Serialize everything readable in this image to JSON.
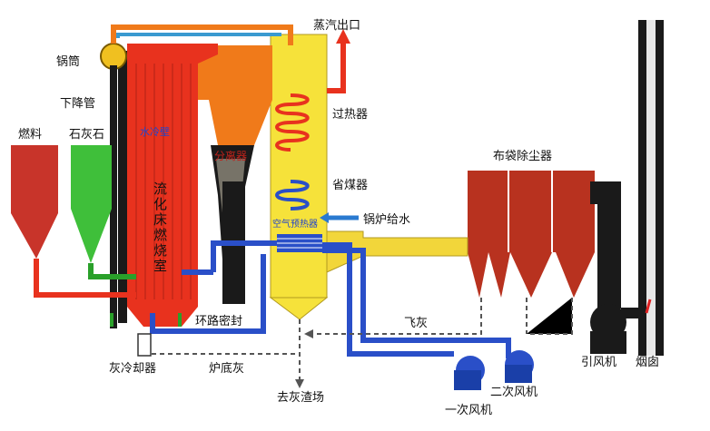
{
  "labels": {
    "steam_outlet": "蒸汽出口",
    "drum": "锅筒",
    "downcomer": "下降管",
    "fuel": "燃料",
    "limestone": "石灰石",
    "water_wall": "水冷壁",
    "separator": "分离器",
    "superheater": "过热器",
    "economizer": "省煤器",
    "feedwater": "锅炉给水",
    "air_preheater": "空气预热器",
    "combustion_chamber": "流化床燃烧室",
    "loop_seal": "环路密封",
    "bag_filter": "布袋除尘器",
    "fly_ash": "飞灰",
    "id_fan": "引风机",
    "chimney": "烟囱",
    "ash_cooler": "灰冷却器",
    "bottom_ash": "炉底灰",
    "to_ash_yard": "去灰渣场",
    "primary_fan": "一次风机",
    "secondary_fan": "二次风机"
  },
  "colors": {
    "furnace_red": "#e8321e",
    "cyclone_orange": "#f07a1a",
    "backpass_yellow": "#f6e23a",
    "fuel_hopper": "#c8342a",
    "limestone_hopper": "#3fbf3a",
    "baghouse": "#b8321f",
    "air_blue": "#2a4fc8",
    "flue_yellow": "#f2d63a",
    "dark": "#1a1a1a"
  }
}
